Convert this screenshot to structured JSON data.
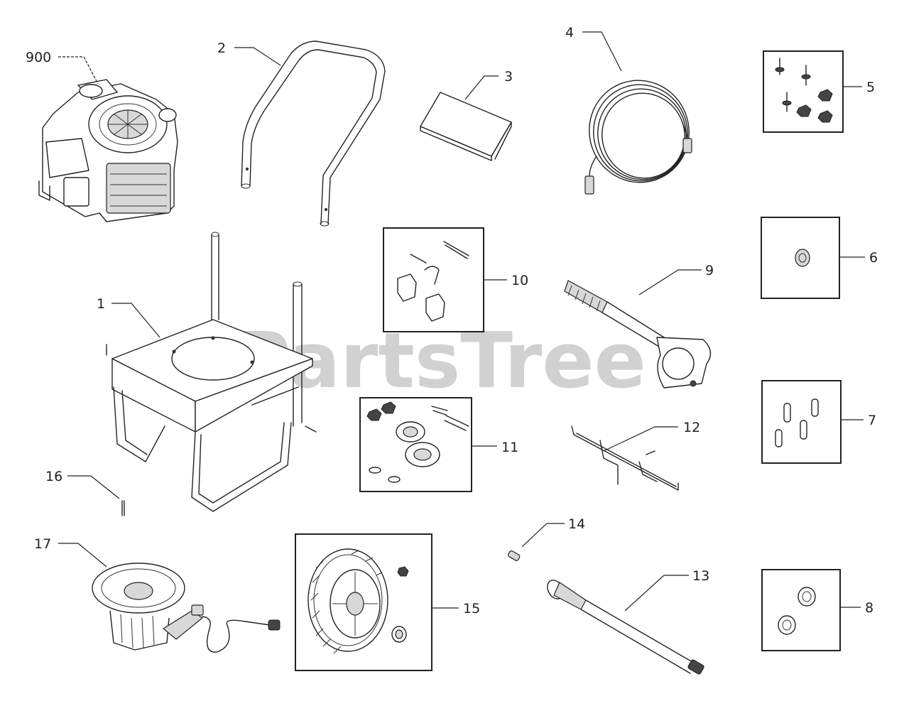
{
  "watermark": "PartsTree",
  "callouts": {
    "c900": "900",
    "c1": "1",
    "c2": "2",
    "c3": "3",
    "c4": "4",
    "c5": "5",
    "c6": "6",
    "c7": "7",
    "c8": "8",
    "c9": "9",
    "c10": "10",
    "c11": "11",
    "c12": "12",
    "c13": "13",
    "c14": "14",
    "c15": "15",
    "c16": "16",
    "c17": "17"
  }
}
